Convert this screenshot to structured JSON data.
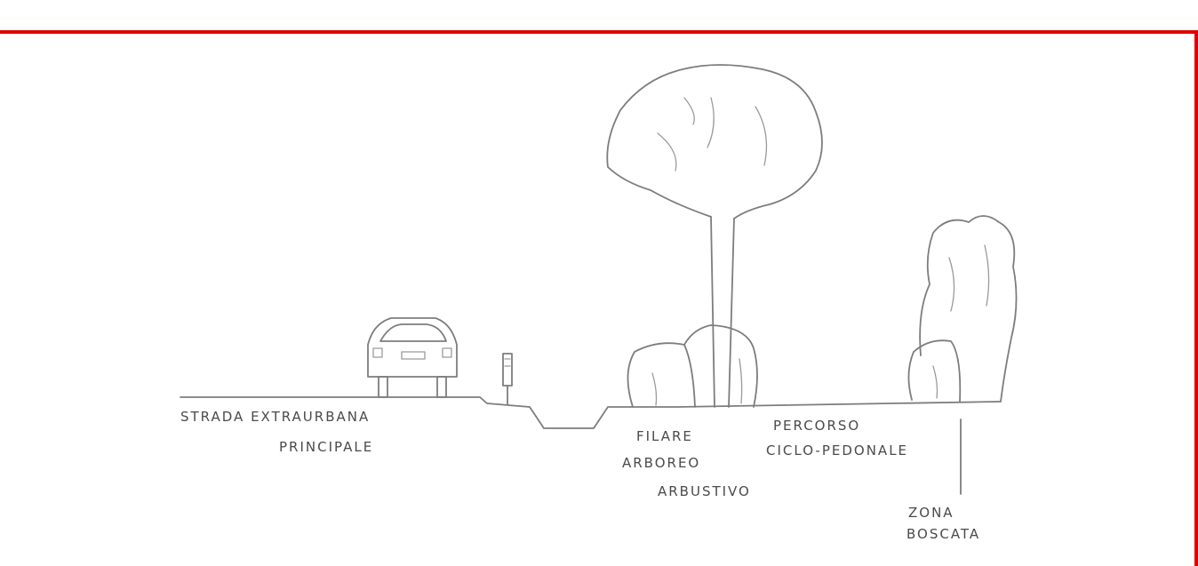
{
  "colors": {
    "frame": "#e10000",
    "pencil": "#7d7d7d",
    "text": "#4a4a4a"
  },
  "labels": {
    "strada_line1": "STRADA EXTRAURBANA",
    "strada_line2": "PRINCIPALE",
    "filare_line1": "FILARE",
    "filare_line2": "ARBOREO",
    "filare_line3": "ARBUSTIVO",
    "percorso_line1": "PERCORSO",
    "percorso_line2": "CICLO-PEDONALE",
    "zona_line1": "ZONA",
    "zona_line2": "BOSCATA"
  },
  "icons": {
    "car": "car-icon",
    "sign": "road-sign-icon",
    "tree": "tree-icon",
    "shrub": "shrub-icon",
    "woodland": "woodland-icon"
  }
}
